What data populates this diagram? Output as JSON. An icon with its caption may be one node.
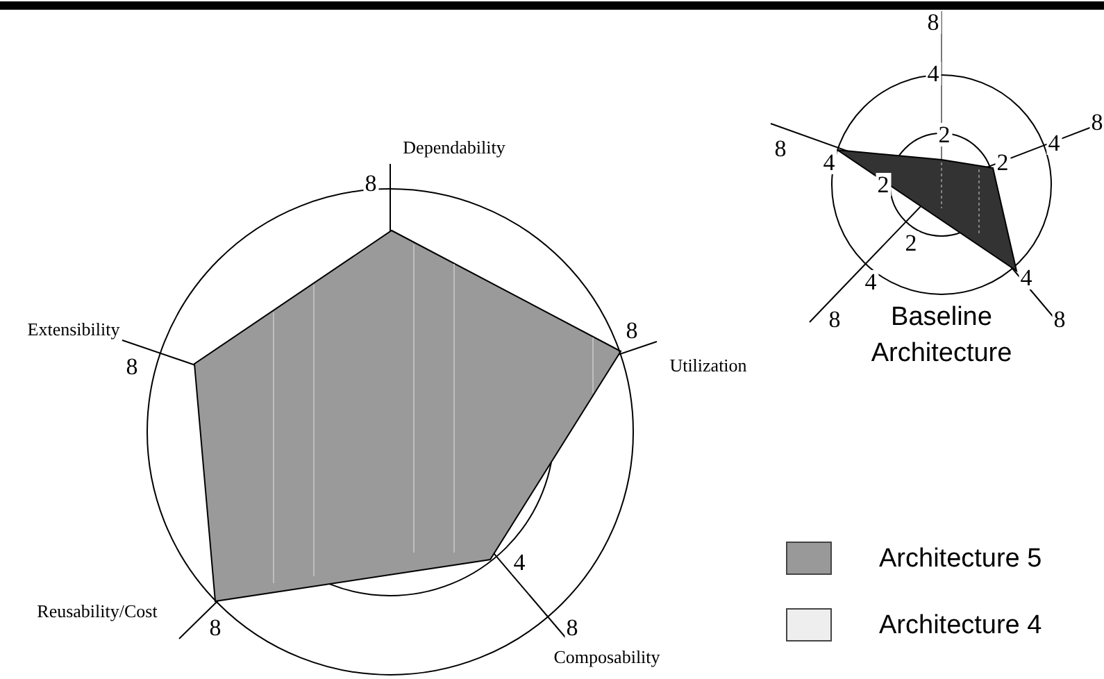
{
  "diagram": {
    "labels": [
      "8",
      "4",
      "2",
      "8",
      "4",
      "2",
      "8",
      "4",
      "2",
      "2",
      "4",
      "8",
      "4",
      "8",
      "Baseline Architecture",
      "Dependability",
      "8",
      "Extensibility",
      "8",
      "8",
      "Utilization",
      "4",
      "Reusability/Cost",
      "8",
      "8",
      "Composability"
    ],
    "legend": [
      {
        "text": "Architecture 5",
        "color": "#999999"
      },
      {
        "text": "Architecture 4",
        "color": "#eeeeee"
      }
    ]
  }
}
